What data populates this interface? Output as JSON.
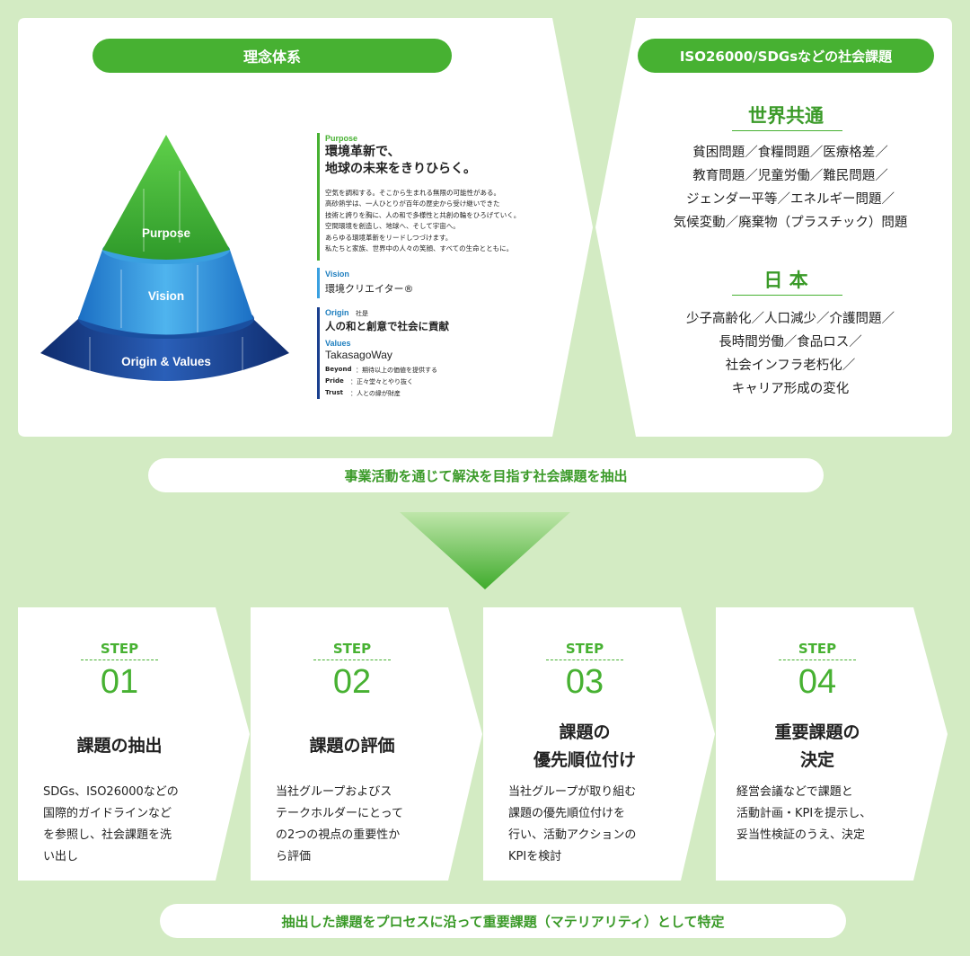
{
  "left_panel": {
    "header": "理念体系",
    "pyramid": {
      "purpose_label": "Purpose",
      "vision_label": "Vision",
      "origin_label": "Origin & Values"
    },
    "info": {
      "purpose_head": "Purpose",
      "purpose_title": "環境革新で、\n地球の未来をきりひらく。",
      "purpose_body": "空気を調和する。そこから生まれる無限の可能性がある。\n高砂熱学は、一人ひとりが百年の歴史から受け継いできた\n技術と誇りを胸に、人の和で多様性と共創の輪をひろげていく。\n空間環境を創造し、地球へ、そして宇宙へ。\nあらゆる環境革新をリードしつづけます。\n私たちと家族、世界中の人々の笑顔、すべての生命とともに。",
      "vision_head": "Vision",
      "vision_text": "環境クリエイター®",
      "origin_head": "Origin",
      "origin_sub": "社是",
      "origin_text": "人の和と創意で社会に貢献",
      "values_head": "Values",
      "values_text": "TakasagoWay",
      "beyond_k": "Beyond",
      "beyond_v": "：期待以上の価値を提供する",
      "pride_k": "Pride",
      "pride_v": "：正々堂々とやり抜く",
      "trust_k": "Trust",
      "trust_v": "：人との縁が財産"
    }
  },
  "right_panel": {
    "header": "ISO26000/SDGsなどの社会課題",
    "world_title": "世界共通",
    "world_issues": "貧困問題／食糧問題／医療格差／\n教育問題／児童労働／難民問題／\nジェンダー平等／エネルギー問題／\n気候変動／廃棄物（プラスチック）問題",
    "japan_title": "日 本",
    "japan_issues": "少子高齢化／人口減少／介護問題／\n長時間労働／食品ロス／\n社会インフラ老朽化／\nキャリア形成の変化"
  },
  "mid_banner": "事業活動を通じて解決を目指す社会課題を抽出",
  "steps": [
    {
      "label": "STEP",
      "num": "01",
      "title": "課題の抽出",
      "desc": "SDGs、ISO26000などの\n国際的ガイドラインなど\nを参照し、社会課題を洗\nい出し"
    },
    {
      "label": "STEP",
      "num": "02",
      "title": "課題の評価",
      "desc": "当社グループおよびス\nテークホルダーにとって\nの2つの視点の重要性か\nら評価"
    },
    {
      "label": "STEP",
      "num": "03",
      "title": "課題の\n優先順位付け",
      "desc": "当社グループが取り組む\n課題の優先順位付けを\n行い、活動アクションの\nKPIを検討"
    },
    {
      "label": "STEP",
      "num": "04",
      "title": "重要課題の\n決定",
      "desc": "経営会議などで課題と\n活動計画・KPIを提示し、\n妥当性検証のうえ、決定"
    }
  ],
  "bottom_banner": "抽出した課題をプロセスに沿って重要課題（マテリアリティ）として特定",
  "colors": {
    "green": "#47b132",
    "background": "#d3ebc3",
    "blue": "#1f7fbf"
  }
}
